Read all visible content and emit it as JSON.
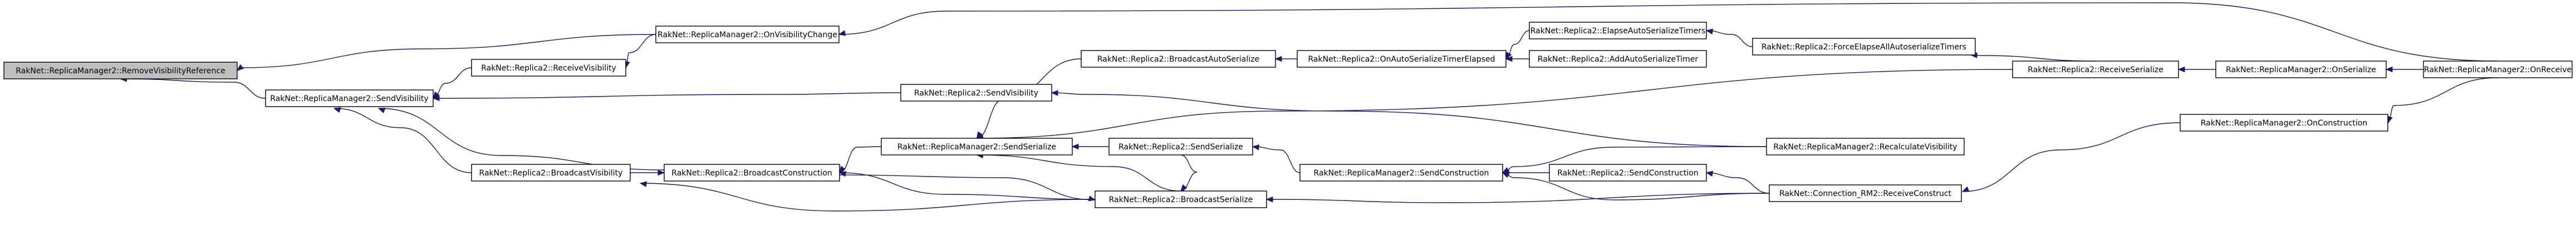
{
  "graph": {
    "colors": {
      "root_fill": "#bfbfbf",
      "node_fill": "#ffffff",
      "node_border": "#000000",
      "edge": "#191970"
    },
    "nodes": [
      {
        "id": "n0",
        "label": "RakNet::ReplicaManager2::RemoveVisibilityReference",
        "root": true
      },
      {
        "id": "n1",
        "label": "RakNet::ReplicaManager2::SendVisibility"
      },
      {
        "id": "n2",
        "label": "RakNet::ReplicaManager2::OnVisibilityChange"
      },
      {
        "id": "n3",
        "label": "RakNet::Replica2::ReceiveVisibility"
      },
      {
        "id": "n4",
        "label": "RakNet::Replica2::BroadcastVisibility"
      },
      {
        "id": "n5",
        "label": "RakNet::Replica2::BroadcastConstruction"
      },
      {
        "id": "n6",
        "label": "RakNet::Replica2::SendVisibility"
      },
      {
        "id": "n7",
        "label": "RakNet::ReplicaManager2::SendSerialize"
      },
      {
        "id": "n8",
        "label": "RakNet::Replica2::BroadcastSerialize"
      },
      {
        "id": "n9",
        "label": "RakNet::Replica2::BroadcastAutoSerialize"
      },
      {
        "id": "n10",
        "label": "RakNet::Replica2::SendSerialize"
      },
      {
        "id": "n11",
        "label": "RakNet::Replica2::OnAutoSerializeTimerElapsed"
      },
      {
        "id": "n12",
        "label": "RakNet::ReplicaManager2::SendConstruction"
      },
      {
        "id": "n13",
        "label": "RakNet::Replica2::ElapseAutoSerializeTimers"
      },
      {
        "id": "n14",
        "label": "RakNet::Replica2::AddAutoSerializeTimer"
      },
      {
        "id": "n15",
        "label": "RakNet::Replica2::SendConstruction"
      },
      {
        "id": "n16",
        "label": "RakNet::Replica2::ForceElapseAllAutoserializeTimers"
      },
      {
        "id": "n17",
        "label": "RakNet::ReplicaManager2::RecalculateVisibility"
      },
      {
        "id": "n18",
        "label": "RakNet::Connection_RM2::ReceiveConstruct"
      },
      {
        "id": "n19",
        "label": "RakNet::Replica2::ReceiveSerialize"
      },
      {
        "id": "n20",
        "label": "RakNet::ReplicaManager2::OnSerialize"
      },
      {
        "id": "n21",
        "label": "RakNet::ReplicaManager2::OnConstruction"
      },
      {
        "id": "n22",
        "label": "RakNet::ReplicaManager2::OnReceive"
      }
    ]
  }
}
